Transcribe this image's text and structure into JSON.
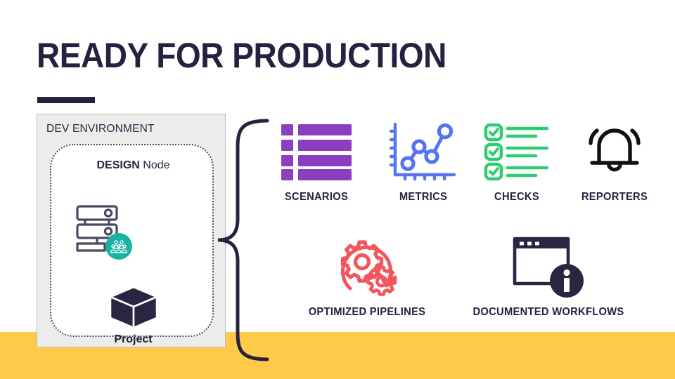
{
  "slide": {
    "title": "READY FOR PRODUCTION",
    "accent_bar_color": "#262140",
    "band_color": "#FFCA47",
    "background_color": "#FFFFFF"
  },
  "dev_environment": {
    "panel_label": "DEV ENVIRONMENT",
    "node_label_bold": "DESIGN",
    "node_label_rest": " Node",
    "node_icon": "server-stack-icon",
    "node_badge_icon": "users-group-icon",
    "node_badge_color": "#17B3A3",
    "project_icon": "cube-box-icon",
    "project_label": "Project",
    "panel_fill": "#ECECEC",
    "card_border_style": "dotted"
  },
  "connector": {
    "name": "curly-brace",
    "color": "#262140"
  },
  "features": [
    {
      "id": "scenarios",
      "label": "SCENARIOS",
      "icon": "list-bars-icon",
      "color": "#8B3FBF"
    },
    {
      "id": "metrics",
      "label": "METRICS",
      "icon": "line-chart-icon",
      "color": "#5574F0"
    },
    {
      "id": "checks",
      "label": "CHECKS",
      "icon": "checklist-icon",
      "color": "#2ECC71"
    },
    {
      "id": "reporters",
      "label": "REPORTERS",
      "icon": "bell-icon",
      "color": "#111111"
    },
    {
      "id": "optimized-pipelines",
      "label": "OPTIMIZED PIPELINES",
      "icon": "gears-refresh-icon",
      "color": "#F4555A"
    },
    {
      "id": "documented-workflows",
      "label": "DOCUMENTED WORKFLOWS",
      "icon": "window-info-icon",
      "color": "#2A2540"
    }
  ]
}
